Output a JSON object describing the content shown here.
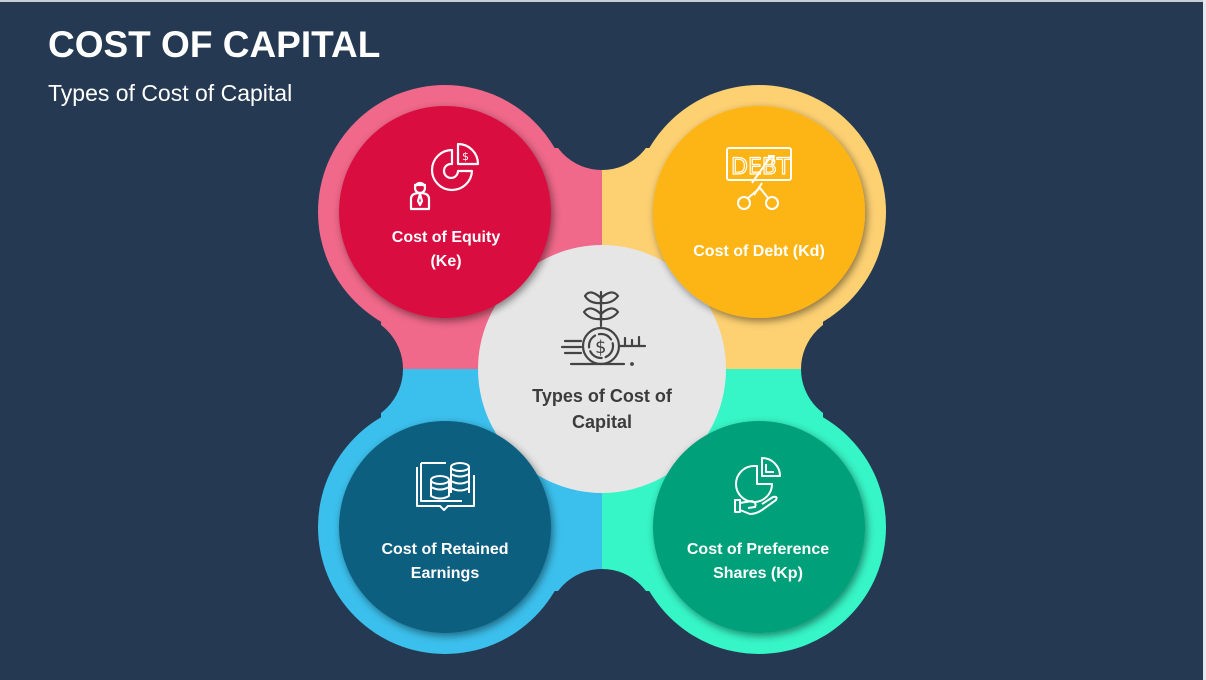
{
  "slide": {
    "title": "COST OF CAPITAL",
    "subtitle": "Types of Cost of Capital",
    "background_color": "#253a52"
  },
  "diagram": {
    "center": {
      "label_line1": "Types of Cost of",
      "label_line2": "Capital",
      "icon": "money-plant-coin-icon",
      "fill_color": "#e6e6e6"
    },
    "nodes": [
      {
        "position": "top-left",
        "label_line1": "Cost of Equity",
        "label_line2": "(Ke)",
        "icon": "investor-pie-chart-icon",
        "disc_color": "#d9113f",
        "ring_color": "#f0688a"
      },
      {
        "position": "top-right",
        "label_line1": "Cost of Debt (Kd)",
        "label_line2": "",
        "icon": "debt-scissors-icon",
        "disc_color": "#fdb515",
        "ring_color": "#fdd072"
      },
      {
        "position": "bottom-left",
        "label_line1": "Cost of Retained",
        "label_line2": "Earnings",
        "icon": "ledger-coins-icon",
        "disc_color": "#0f5f80",
        "ring_color": "#3bbfec"
      },
      {
        "position": "bottom-right",
        "label_line1": "Cost of Preference",
        "label_line2": "Shares (Kp)",
        "icon": "hand-pie-chart-icon",
        "disc_color": "#06a07a",
        "ring_color": "#36f5c6"
      }
    ]
  }
}
